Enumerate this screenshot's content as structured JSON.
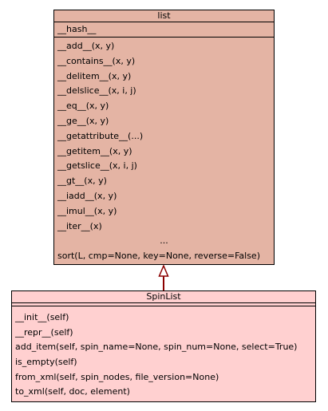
{
  "classes": {
    "list": {
      "name": "list",
      "attributes": [
        "__hash__"
      ],
      "methods": [
        "__add__(x, y)",
        "__contains__(x, y)",
        "__delitem__(x, y)",
        "__delslice__(x, i, j)",
        "__eq__(x, y)",
        "__ge__(x, y)",
        "__getattribute__(...)",
        "__getitem__(x, y)",
        "__getslice__(x, i, j)",
        "__gt__(x, y)",
        "__iadd__(x, y)",
        "__imul__(x, y)",
        "__iter__(x)",
        "...",
        "sort(L, cmp=None, key=None, reverse=False)"
      ]
    },
    "spinlist": {
      "name": "SpinList",
      "attributes": [],
      "methods": [
        "__init__(self)",
        "__repr__(self)",
        "add_item(self, spin_name=None, spin_num=None, select=True)",
        "is_empty(self)",
        "from_xml(self, spin_nodes, file_version=None)",
        "to_xml(self, doc, element)"
      ]
    }
  },
  "relations": [
    {
      "type": "inheritance",
      "from": "SpinList",
      "to": "list"
    }
  ],
  "colors": {
    "list_fill": "#e4b4a4",
    "spinlist_fill": "#ffd0d0",
    "arrow": "#8b0000",
    "border": "#000000"
  }
}
